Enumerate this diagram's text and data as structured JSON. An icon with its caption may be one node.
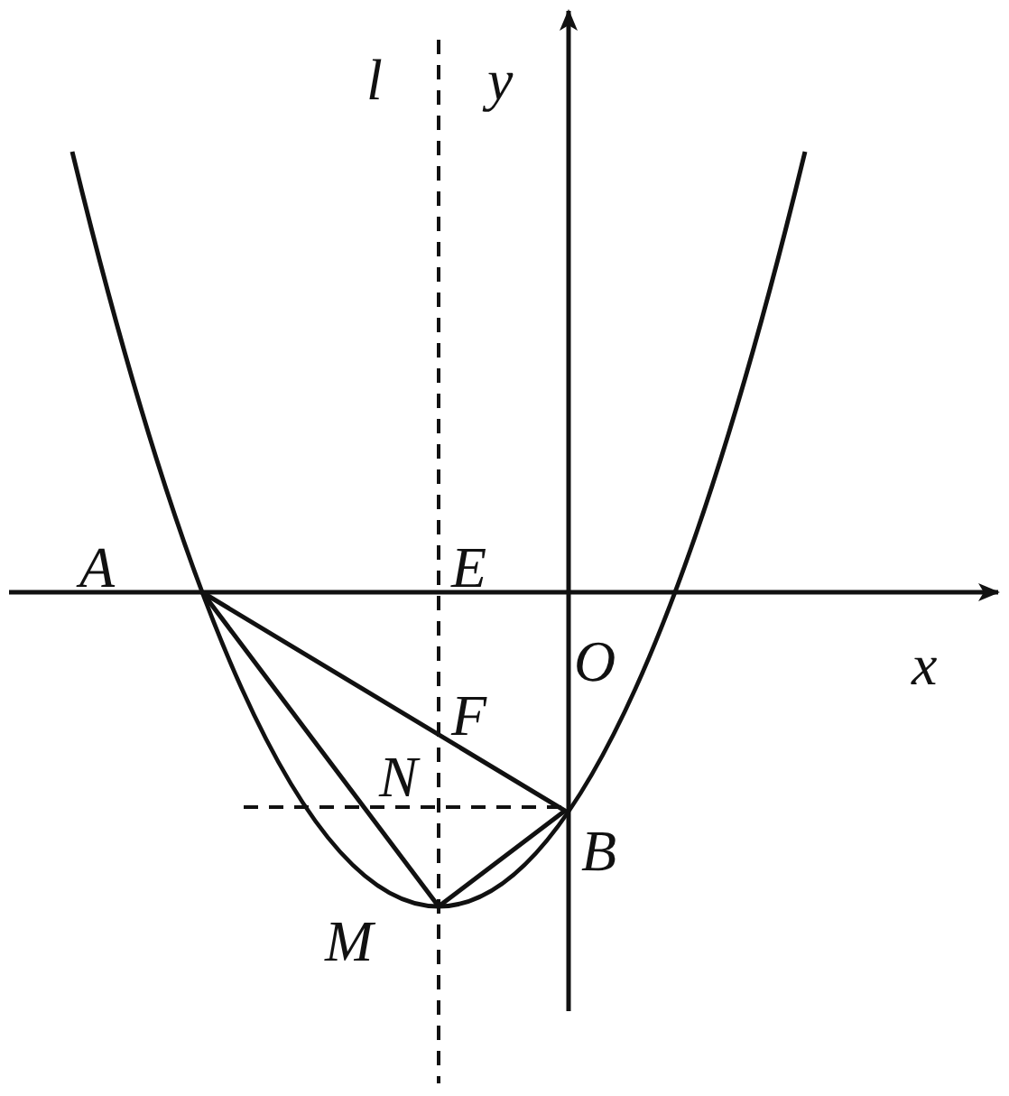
{
  "diagram": {
    "labels": [
      "l",
      "y",
      "A",
      "E",
      "O",
      "x",
      "F",
      "N",
      "B",
      "M"
    ]
  }
}
